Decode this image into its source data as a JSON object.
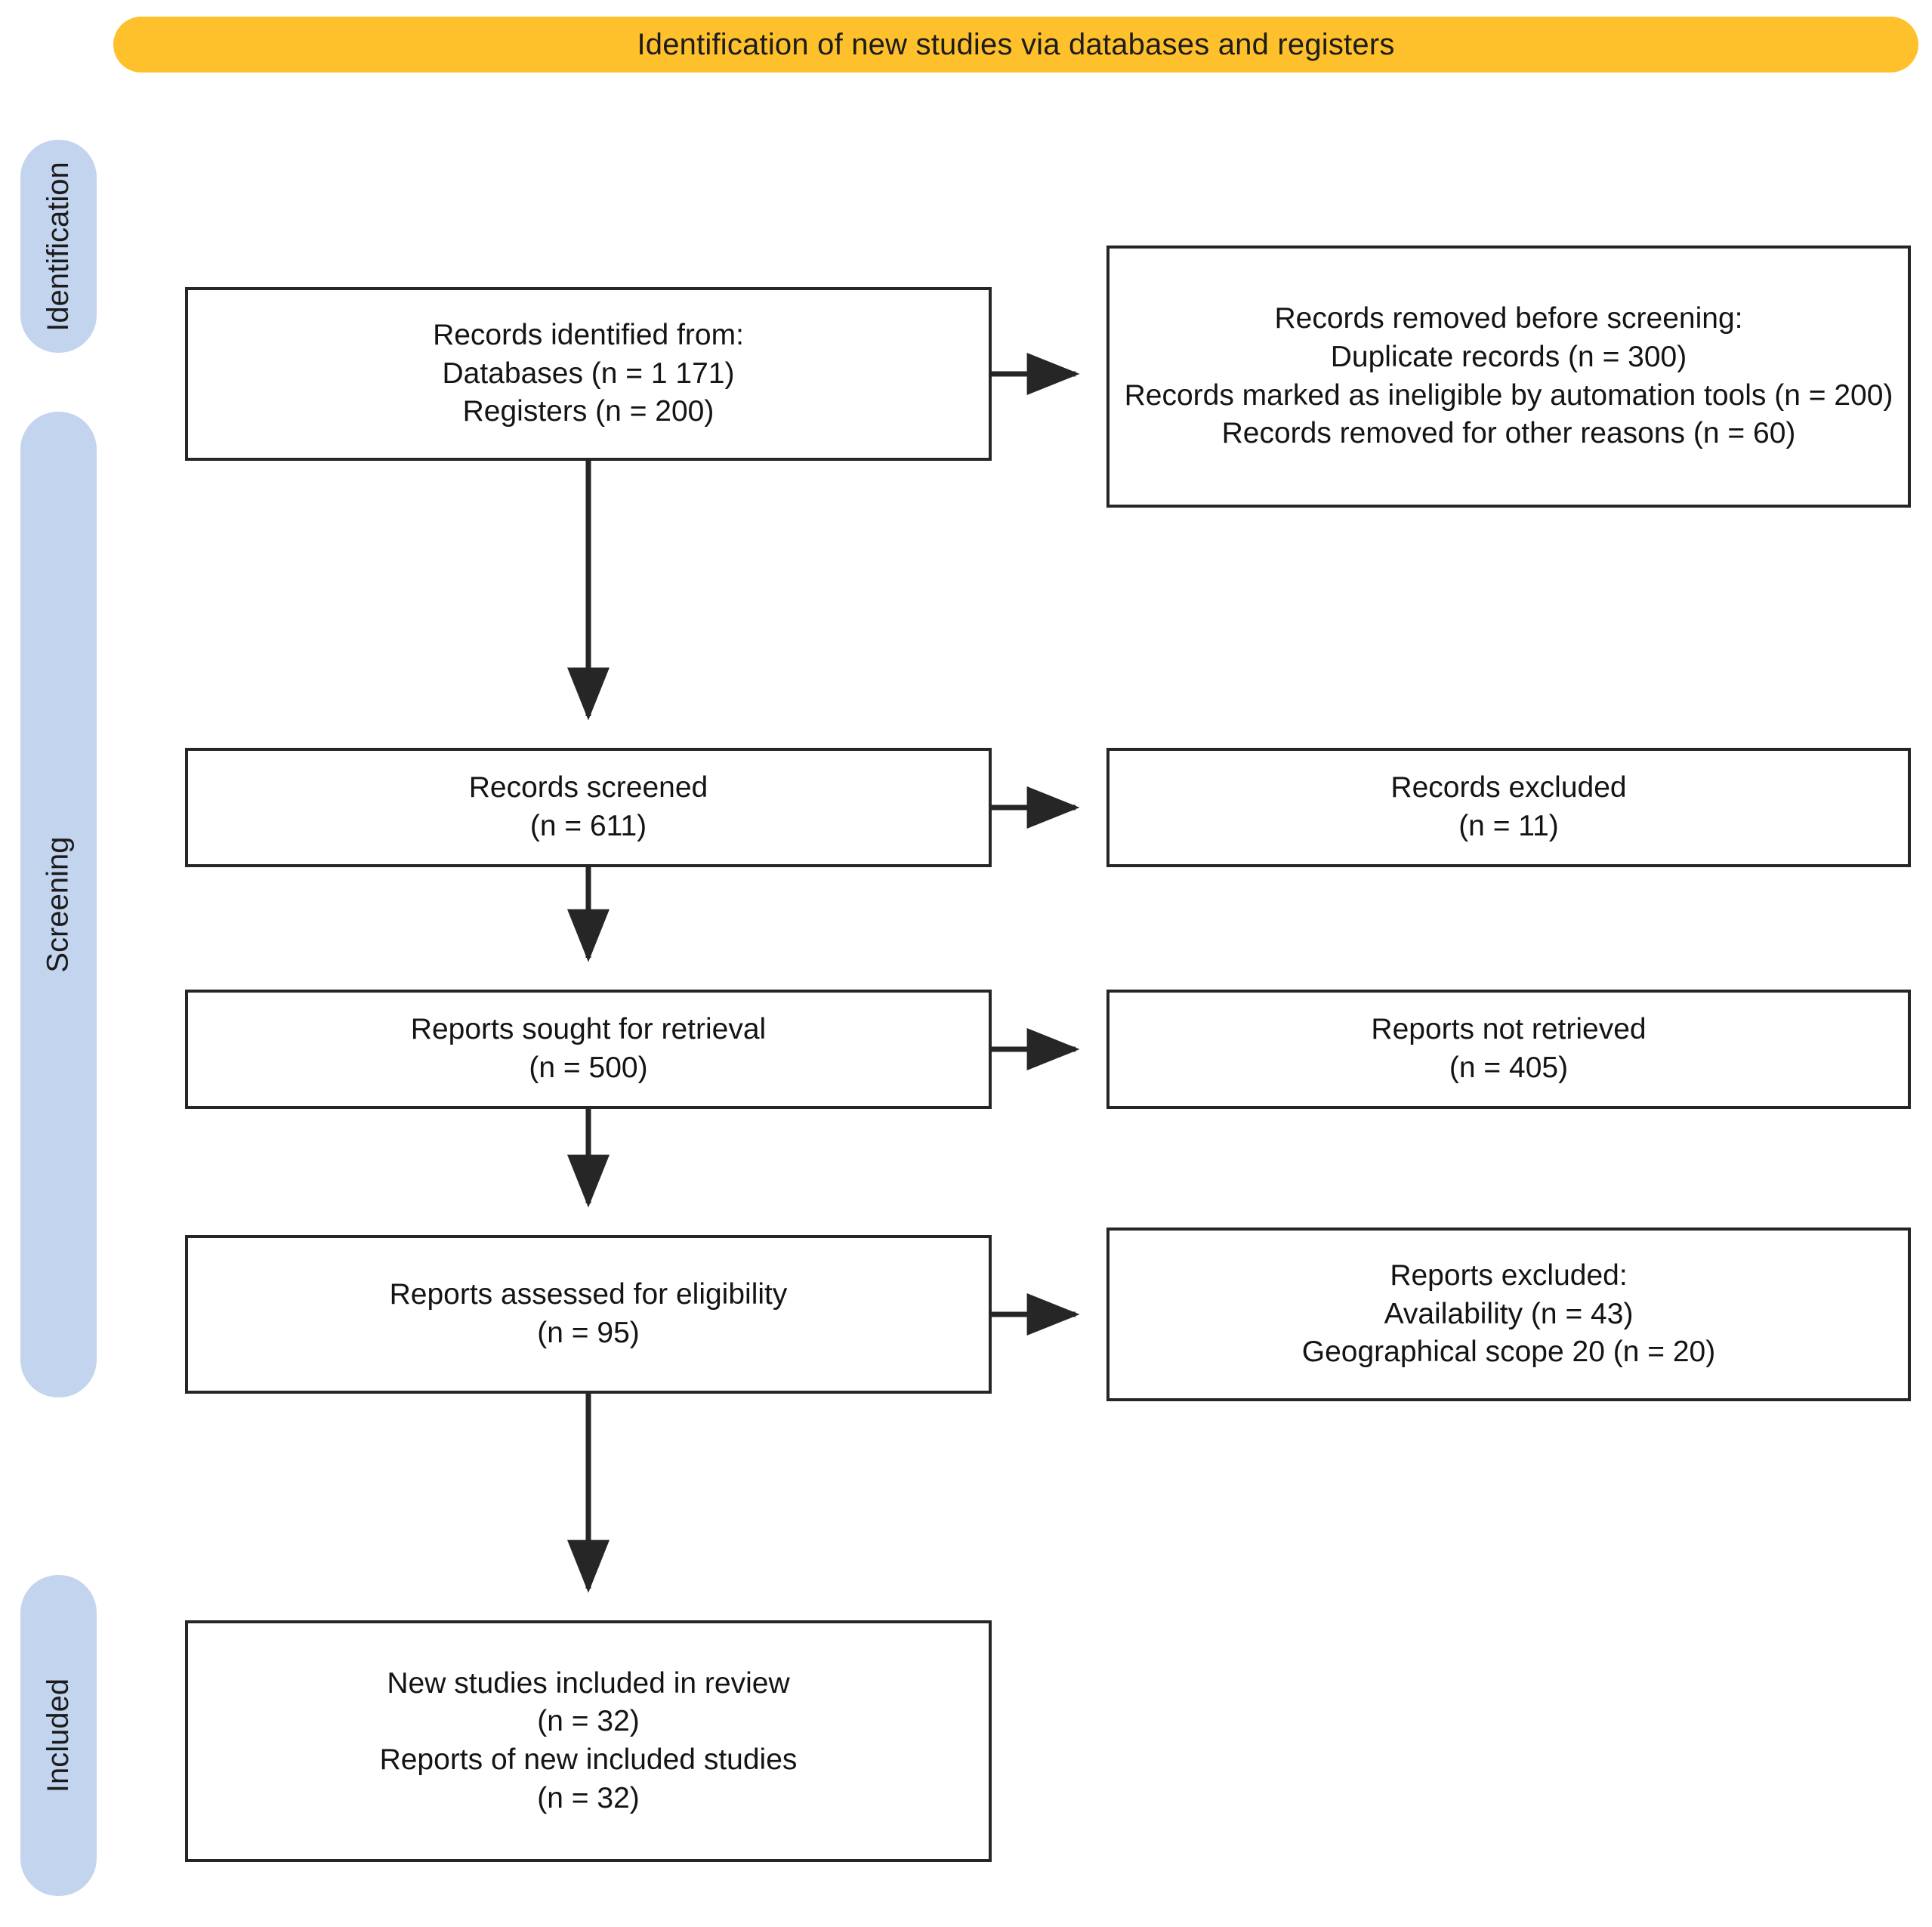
{
  "banner": {
    "title": "Identification of new studies via databases and registers",
    "color": "#ffc12b"
  },
  "stages": [
    {
      "key": "identification",
      "label": "Identification"
    },
    {
      "key": "screening",
      "label": "Screening"
    },
    {
      "key": "included",
      "label": "Included"
    }
  ],
  "stage_color": "#c3d4ee",
  "boxes": {
    "identified": {
      "lines": [
        "Records identified from:",
        "Databases (n = 1 171)",
        "Registers (n = 200)"
      ]
    },
    "removed": {
      "lines": [
        "Records removed before screening:",
        "Duplicate records (n = 300)",
        "Records marked as ineligible by automation tools (n = 200)",
        "Records removed for other reasons (n = 60)"
      ]
    },
    "screened": {
      "lines": [
        "Records screened",
        "(n = 611)"
      ]
    },
    "excluded_records": {
      "lines": [
        "Records excluded",
        "(n = 11)"
      ]
    },
    "sought": {
      "lines": [
        "Reports sought for retrieval",
        "(n = 500)"
      ]
    },
    "not_retrieved": {
      "lines": [
        "Reports not retrieved",
        "(n = 405)"
      ]
    },
    "assessed": {
      "lines": [
        "Reports assessed for eligibility",
        "(n = 95)"
      ]
    },
    "excluded_reports": {
      "lines": [
        "Reports excluded:",
        "Availability (n = 43)",
        "Geographical scope 20 (n = 20)"
      ]
    },
    "included": {
      "lines": [
        "New studies included in review",
        "(n = 32)",
        "Reports of new included studies",
        "(n = 32)"
      ]
    }
  },
  "chart_data": {
    "type": "diagram",
    "title": "Identification of new studies via databases and registers",
    "nodes": [
      {
        "id": "identified",
        "stage": "Identification",
        "label": "Records identified from: Databases (n = 1 171); Registers (n = 200)",
        "counts": {
          "Databases": 1171,
          "Registers": 200
        }
      },
      {
        "id": "removed",
        "stage": "Identification",
        "label": "Records removed before screening",
        "counts": {
          "Duplicate records": 300,
          "Records marked as ineligible by automation tools": 200,
          "Records removed for other reasons": 60
        }
      },
      {
        "id": "screened",
        "stage": "Screening",
        "label": "Records screened",
        "counts": {
          "n": 611
        }
      },
      {
        "id": "excluded_records",
        "stage": "Screening",
        "label": "Records excluded",
        "counts": {
          "n": 11
        }
      },
      {
        "id": "sought",
        "stage": "Screening",
        "label": "Reports sought for retrieval",
        "counts": {
          "n": 500
        }
      },
      {
        "id": "not_retrieved",
        "stage": "Screening",
        "label": "Reports not retrieved",
        "counts": {
          "n": 405
        }
      },
      {
        "id": "assessed",
        "stage": "Screening",
        "label": "Reports assessed for eligibility",
        "counts": {
          "n": 95
        }
      },
      {
        "id": "excluded_reports",
        "stage": "Screening",
        "label": "Reports excluded",
        "counts": {
          "Availability": 43,
          "Geographical scope 20": 20
        }
      },
      {
        "id": "included",
        "stage": "Included",
        "label": "New studies included in review; Reports of new included studies",
        "counts": {
          "New studies included in review": 32,
          "Reports of new included studies": 32
        }
      }
    ],
    "edges": [
      {
        "from": "identified",
        "to": "removed",
        "direction": "right"
      },
      {
        "from": "identified",
        "to": "screened",
        "direction": "down"
      },
      {
        "from": "screened",
        "to": "excluded_records",
        "direction": "right"
      },
      {
        "from": "screened",
        "to": "sought",
        "direction": "down"
      },
      {
        "from": "sought",
        "to": "not_retrieved",
        "direction": "right"
      },
      {
        "from": "sought",
        "to": "assessed",
        "direction": "down"
      },
      {
        "from": "assessed",
        "to": "excluded_reports",
        "direction": "right"
      },
      {
        "from": "assessed",
        "to": "included",
        "direction": "down"
      }
    ]
  }
}
